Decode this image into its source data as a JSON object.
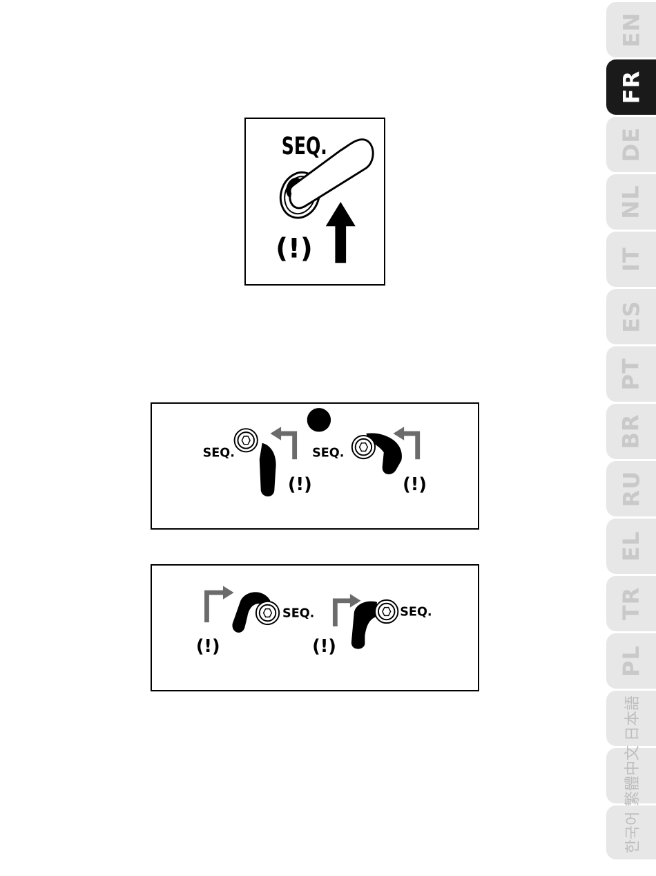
{
  "figure1": {
    "seq_label": "SEQ.",
    "warning_symbol": "(!)"
  },
  "figure2": {
    "bullet": "●",
    "left": {
      "seq_label": "SEQ.",
      "warning_symbol": "(!)"
    },
    "right": {
      "seq_label": "SEQ.",
      "warning_symbol": "(!)"
    }
  },
  "figure3": {
    "left": {
      "seq_label": "SEQ.",
      "warning_symbol": "(!)"
    },
    "right": {
      "seq_label": "SEQ.",
      "warning_symbol": "(!)"
    }
  },
  "language_tabs": [
    {
      "code": "EN"
    },
    {
      "code": "FR",
      "active": true
    },
    {
      "code": "DE"
    },
    {
      "code": "NL"
    },
    {
      "code": "IT"
    },
    {
      "code": "ES"
    },
    {
      "code": "PT"
    },
    {
      "code": "BR"
    },
    {
      "code": "RU"
    },
    {
      "code": "EL"
    },
    {
      "code": "TR"
    },
    {
      "code": "PL"
    },
    {
      "code": "日本語"
    },
    {
      "code": "繁體中文"
    },
    {
      "code": "한국어"
    }
  ],
  "colors": {
    "active_tab": "#1a1a1a",
    "inactive_tab": "#e7e7e7",
    "inactive_tab_text": "#c9c9c9",
    "arrow_gray": "#6b6b6b"
  }
}
